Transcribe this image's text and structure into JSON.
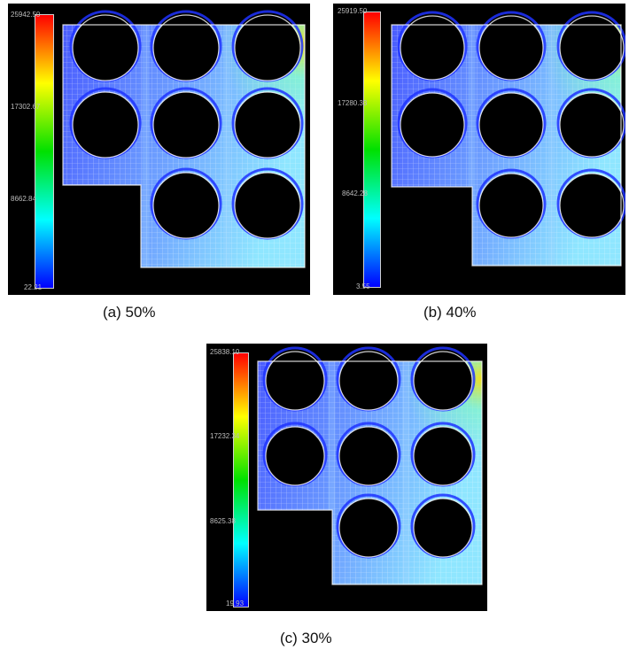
{
  "panels": [
    {
      "caption": "(a) 50%",
      "scale": {
        "max": "25942.50",
        "upper": "17302.67",
        "mid": "8662.84",
        "min": "22.21"
      }
    },
    {
      "caption": "(b) 40%",
      "scale": {
        "max": "25919.50",
        "upper": "17280.33",
        "mid": "8642.28",
        "min": "3.55"
      }
    },
    {
      "caption": "(c) 30%",
      "scale": {
        "max": "25838.10",
        "upper": "17232.34",
        "mid": "8625.38",
        "min": "19.93"
      }
    }
  ],
  "colors": {
    "background": "#000000",
    "mesh": "#ffffff",
    "low_stress": "#3a4cff",
    "mid_stress": "#a6d8ff",
    "high_stress": "#ffe000",
    "colorbar_stops": [
      "#ff0000",
      "#ffff00",
      "#00e000",
      "#00ffff",
      "#0000ff"
    ]
  }
}
